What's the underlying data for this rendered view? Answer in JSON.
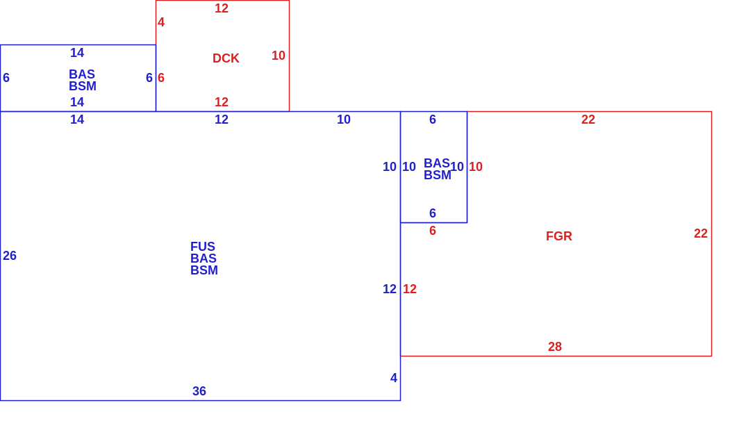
{
  "colors": {
    "living": "#1f1fcc",
    "non_living": "#dd1f1f",
    "background": "#ffffff"
  },
  "areas": {
    "main": {
      "codes": [
        "FUS",
        "BAS",
        "BSM"
      ],
      "dims": {
        "top_left": "14",
        "top_mid": "12",
        "top_right": "10",
        "left": "26",
        "bottom": "36",
        "right_upper": "10",
        "right_lower": "12",
        "right_bottom": "4"
      }
    },
    "upper_left": {
      "codes": [
        "BAS",
        "BSM"
      ],
      "dims": {
        "top": "14",
        "bottom": "14",
        "left": "6",
        "right": "6"
      }
    },
    "deck": {
      "codes": [
        "DCK"
      ],
      "dims": {
        "top": "12",
        "bottom": "12",
        "left_upper": "4",
        "left_lower": "6",
        "right": "10"
      }
    },
    "small_right": {
      "codes": [
        "BAS",
        "BSM"
      ],
      "dims": {
        "top": "6",
        "bottom": "6",
        "left": "10",
        "right": "10"
      }
    },
    "garage": {
      "codes": [
        "FGR"
      ],
      "dims": {
        "top": "22",
        "right": "22",
        "bottom": "28",
        "left_upper": "10",
        "notch_bottom": "6",
        "left_lower": "12"
      }
    }
  }
}
